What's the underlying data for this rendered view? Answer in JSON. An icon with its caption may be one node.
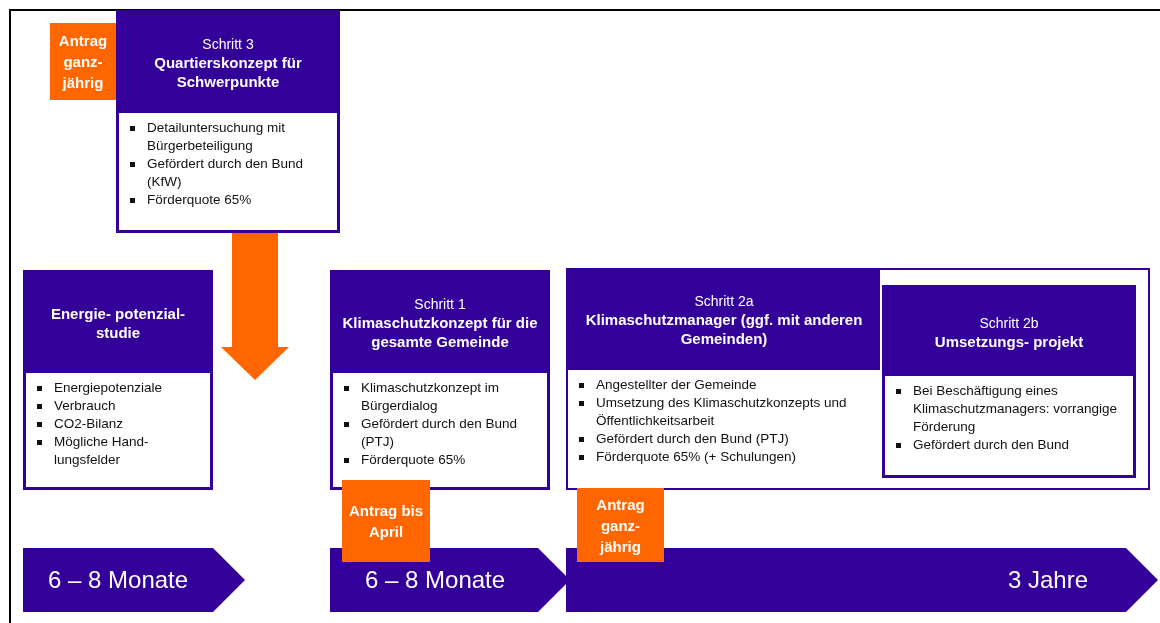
{
  "diagram": {
    "nodes": [
      {
        "text": [
          "Antrag ganz- jährig"
        ]
      },
      {
        "text": [
          "Schritt 3",
          "Quartierskonzept für Schwerpunkte",
          "Detailuntersuchung mit Bürgerbeteiligung",
          "Gefördert durch den Bund (KfW)",
          "Förderquote 65%"
        ]
      },
      {
        "text": [
          "Energie- potenzial- studie",
          "Energiepotenziale",
          "Verbrauch",
          "CO2-Bilanz",
          "Mögliche Hand- lungsfelder"
        ]
      },
      {
        "text": [
          "Schritt 1",
          "Klimaschutzkonzept für die gesamte Gemeinde",
          "Klimaschutzkonzept im Bürgerdialog",
          "Gefördert durch den Bund (PTJ)",
          "Förderquote 65%"
        ]
      },
      {
        "text": [],
        "shape": "box"
      },
      {
        "text": [
          "Schritt 2a",
          "Klimaschutzmanager (ggf. mit anderen Gemeinden)",
          "Angestellter der Gemeinde",
          "Umsetzung des Klimaschutzkonzepts und Öffentlichkeitsarbeit",
          "Gefördert durch den Bund (PTJ)",
          "Förderquote 65% (+ Schulungen)"
        ],
        "in": 4
      },
      {
        "text": [
          "Schritt 2b",
          "Umsetzungs- projekt",
          "Bei Beschäftigung eines Klimaschutzmanagers: vorrangige Förderung",
          "Gefördert durch den Bund"
        ],
        "in": 4
      },
      {
        "text": [
          "Antrag bis April"
        ]
      },
      {
        "text": [
          "Antrag ganz- jährig"
        ]
      },
      {
        "text": [
          "6 – 8 Monate"
        ]
      },
      {
        "text": [
          "6 – 8 Monate"
        ]
      },
      {
        "text": [
          "3 Jahre"
        ]
      }
    ]
  }
}
